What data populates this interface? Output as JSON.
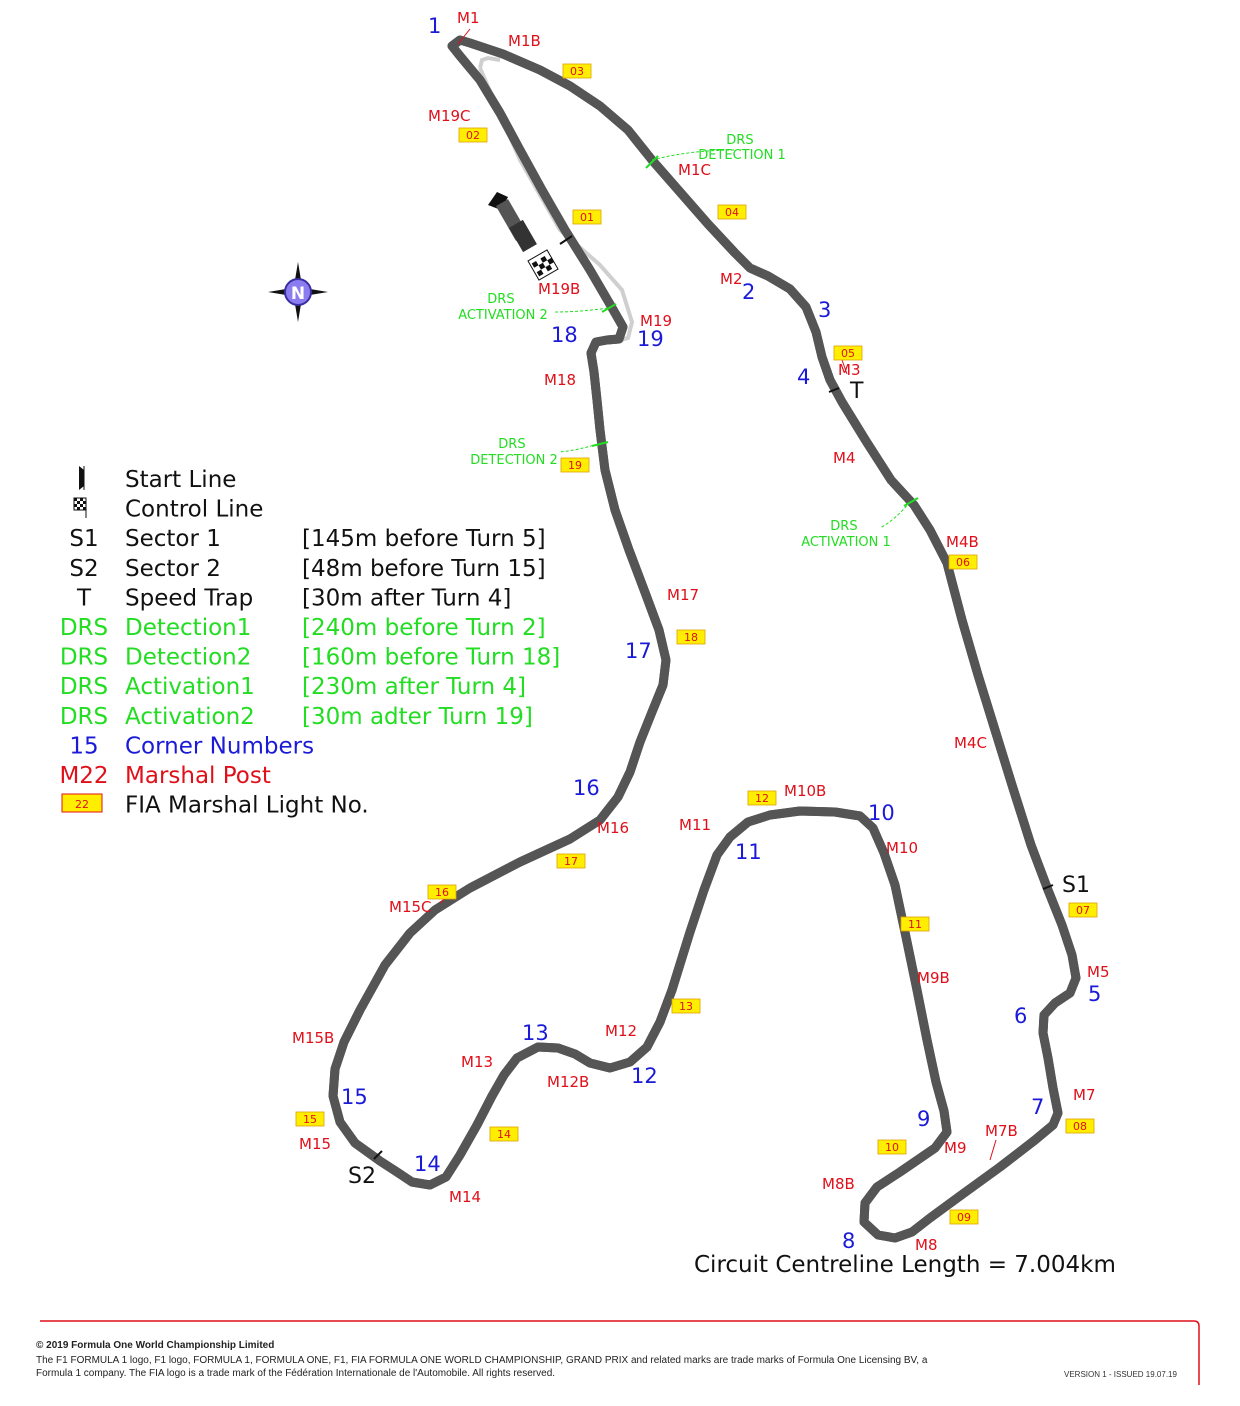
{
  "corners": [
    "1",
    "2",
    "3",
    "4",
    "5",
    "6",
    "7",
    "8",
    "9",
    "10",
    "11",
    "12",
    "13",
    "14",
    "15",
    "16",
    "17",
    "18",
    "19"
  ],
  "marshal_posts": [
    "M1",
    "M1B",
    "M1C",
    "M2",
    "M3",
    "M4",
    "M4B",
    "M4C",
    "M5",
    "M7",
    "M7B",
    "M8",
    "M8B",
    "M9",
    "M9B",
    "M10",
    "M10B",
    "M11",
    "M12",
    "M12B",
    "M13",
    "M14",
    "M15",
    "M15B",
    "M15C",
    "M16",
    "M17",
    "M18",
    "M19",
    "M19B",
    "M19C"
  ],
  "marshal_lights": [
    "01",
    "02",
    "03",
    "04",
    "05",
    "06",
    "07",
    "08",
    "09",
    "10",
    "11",
    "12",
    "13",
    "14",
    "15",
    "16",
    "17",
    "18",
    "19"
  ],
  "drs_zones": {
    "detection1": [
      "DRS",
      "DETECTION 1"
    ],
    "detection2": [
      "DRS",
      "DETECTION 2"
    ],
    "activation1": [
      "DRS",
      "ACTIVATION 1"
    ],
    "activation2": [
      "DRS",
      "ACTIVATION 2"
    ]
  },
  "markers": {
    "s1": "S1",
    "s2": "S2",
    "t": "T"
  },
  "compass_label": "N",
  "legend": [
    {
      "key": "",
      "name": "Start Line",
      "note": "",
      "color": "#111111"
    },
    {
      "key": "",
      "name": "Control Line",
      "note": "",
      "color": "#111111"
    },
    {
      "key": "S1",
      "name": "Sector 1",
      "note": "[145m before Turn 5]",
      "color": "#111111"
    },
    {
      "key": "S2",
      "name": "Sector 2",
      "note": "[48m before Turn 15]",
      "color": "#111111"
    },
    {
      "key": "T",
      "name": "Speed Trap",
      "note": "[30m after Turn 4]",
      "color": "#111111"
    },
    {
      "key": "DRS",
      "name": "Detection1",
      "note": "[240m before Turn 2]",
      "color": "#22dd22"
    },
    {
      "key": "DRS",
      "name": "Detection2",
      "note": "[160m before Turn 18]",
      "color": "#22dd22"
    },
    {
      "key": "DRS",
      "name": "Activation1",
      "note": "[230m after Turn 4]",
      "color": "#22dd22"
    },
    {
      "key": "DRS",
      "name": "Activation2",
      "note": "[30m adter Turn 19]",
      "color": "#22dd22"
    },
    {
      "key": "15",
      "name": "Corner Numbers",
      "note": "",
      "color": "#1a1ad8"
    },
    {
      "key": "M22",
      "name": "Marshal Post",
      "note": "",
      "color": "#e0101a"
    },
    {
      "key": "22",
      "name": "FIA Marshal Light No.",
      "note": "",
      "color": "#111111"
    }
  ],
  "circuit_length": "Circuit Centreline Length = 7.004km",
  "footer": {
    "copyright": "© 2019 Formula One World Championship Limited",
    "trademarks": "The F1 FORMULA 1 logo, F1 logo, FORMULA 1, FORMULA ONE, F1, FIA FORMULA ONE WORLD CHAMPIONSHIP, GRAND PRIX and related marks are trade marks of Formula One Licensing BV, a Formula 1 company. The FIA logo is a trade mark of the Fédération Internationale de l'Automobile. All rights reserved.",
    "version": "VERSION 1 - ISSUED 19.07.19"
  },
  "colors": {
    "track_edge": "#555555",
    "track_fill": "#dcdcdc",
    "corner": "#1a1ad8",
    "marshal": "#e0101a",
    "drs": "#22dd22",
    "light_box": "#ffee00",
    "footer_rule": "#e0101a"
  }
}
